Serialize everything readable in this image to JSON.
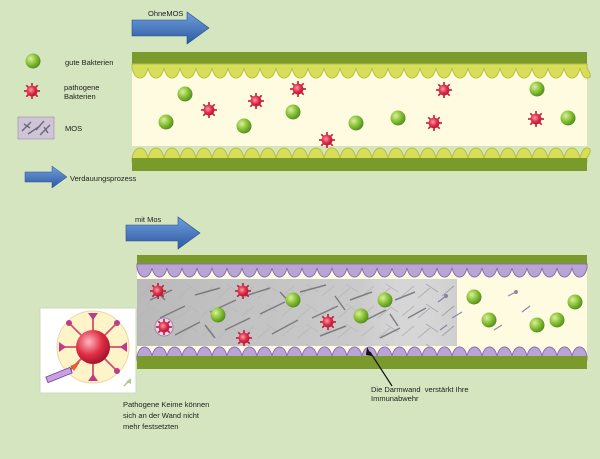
{
  "top_label": "OhneMOS",
  "bottom_label": "mit Mos",
  "legend": {
    "good": "gute Bakterien",
    "pathogenic": "pathogene\nBakterien",
    "mos": "MOS",
    "process": "Verdauungsprozess"
  },
  "captions": {
    "wall": "Die Darmwand  verstärkt Ihre\nImmunabwehr",
    "pathogens": "Pathogene Keime können\nsich an der Wand nicht\nmehr festsetzten"
  },
  "colors": {
    "background": "#d5e5bf",
    "wall": "#7a9a2c",
    "lumen": "#fffbe0",
    "villi_top": "#d8de5a",
    "villi_bottom": "#b9a4d6",
    "arrow": "#3d6fb8",
    "good_bacteria": "#7ab82e",
    "pathogen": "#e0304a"
  }
}
